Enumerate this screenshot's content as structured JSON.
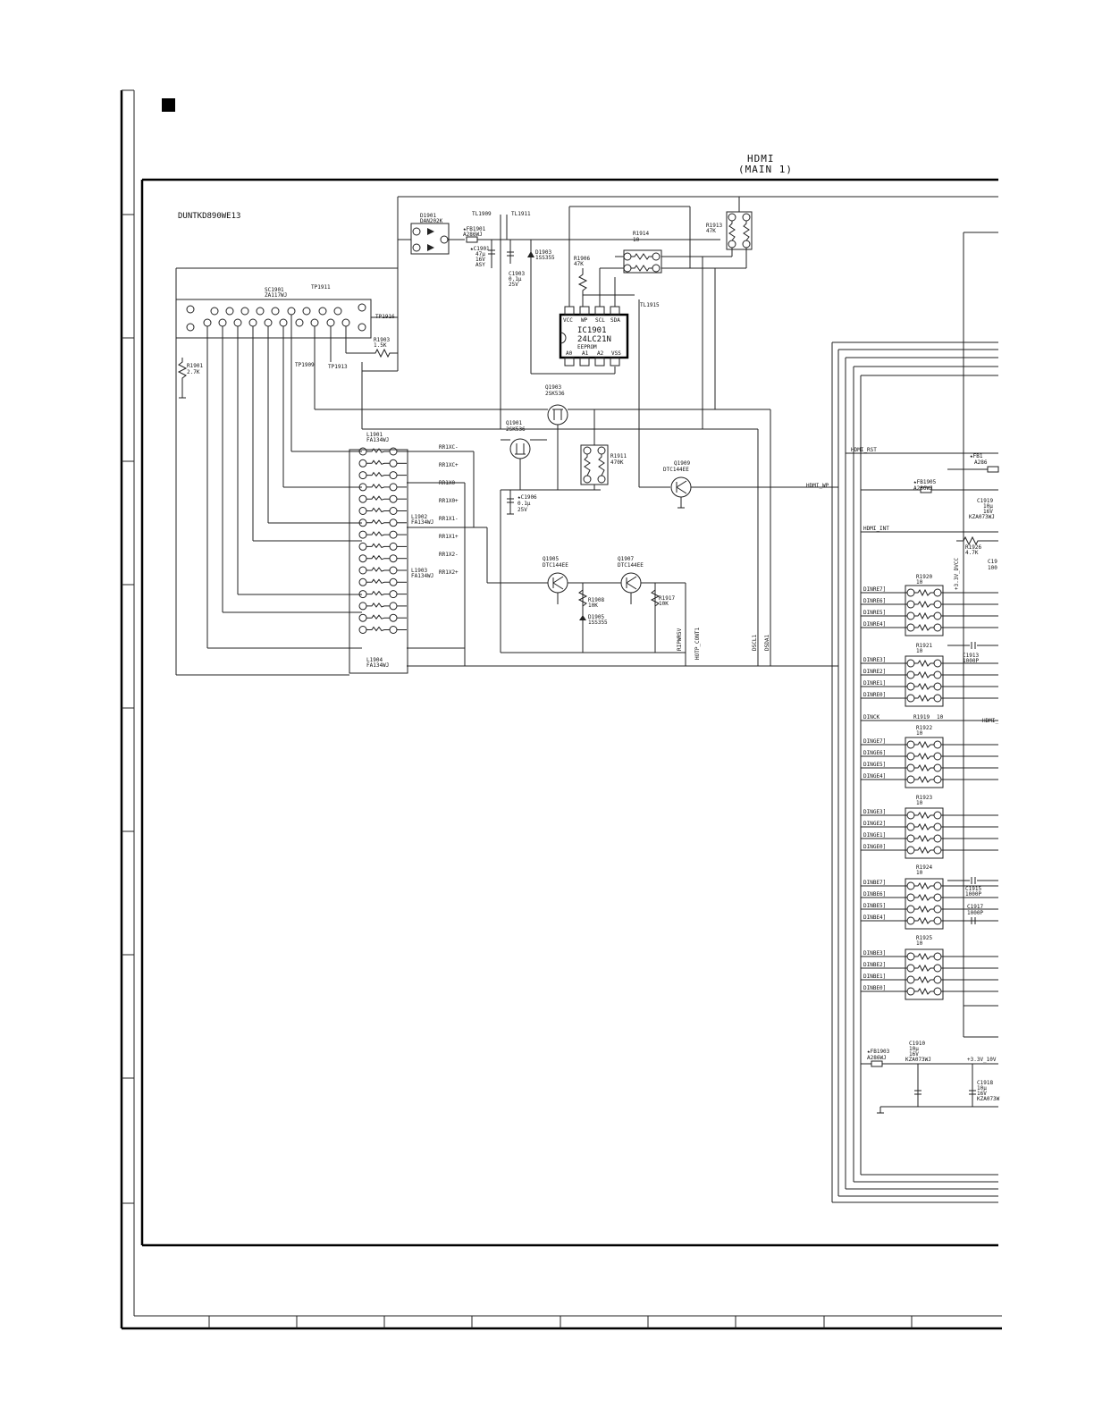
{
  "header": {
    "title_line1": "HDMI",
    "title_line2": "(MAIN 1)"
  },
  "board": {
    "id": "DUNTKD890WE13"
  },
  "components": {
    "sc1901": {
      "ref": "SC1901",
      "part": "ZA117WJ"
    },
    "tp1911": "TP1911",
    "tp1916": "TP1916",
    "tp1909": "TP1909",
    "tp1913": "TP1913",
    "tl1909": "TL1909",
    "tl1911": "TL1911",
    "tl1915": "TL1915",
    "r1901": {
      "ref": "R1901",
      "value": "2.7K"
    },
    "r1903": {
      "ref": "R1903",
      "value": "1.5K"
    },
    "d1901": {
      "ref": "D1901",
      "part": "DAN202K"
    },
    "fb1901": {
      "ref": "★FB1901",
      "part": "A286WJ"
    },
    "c1901": {
      "ref": "★C1901",
      "v1": "47μ",
      "v2": "16V",
      "v3": "ASY"
    },
    "c1903": {
      "ref": "C1903",
      "v1": "0.1μ",
      "v2": "25V"
    },
    "d1903": {
      "ref": "D1903",
      "part": "1SS355"
    },
    "r1906": {
      "ref": "R1906",
      "value": "47K"
    },
    "r1914": {
      "ref": "R1914",
      "value": "10"
    },
    "r1913": {
      "ref": "R1913",
      "value": "47K"
    },
    "ic1901": {
      "ref": "IC1901",
      "part": "24LC21N",
      "desc": "EEPROM",
      "pins_top": [
        "VCC",
        "WP",
        "SCL",
        "SDA"
      ],
      "pins_bottom": [
        "A0",
        "A1",
        "A2",
        "VSS"
      ]
    },
    "q1903": {
      "ref": "Q1903",
      "part": "2SK536"
    },
    "q1901": {
      "ref": "Q1901",
      "part": "2SK536"
    },
    "r1911": {
      "ref": "R1911",
      "value": "470K"
    },
    "q1909": {
      "ref": "Q1909",
      "part": "DTC144EE"
    },
    "c1906": {
      "ref": "★C1906",
      "v1": "0.1μ",
      "v2": "25V"
    },
    "q1905": {
      "ref": "Q1905",
      "part": "DTC144EE"
    },
    "q1907": {
      "ref": "Q1907",
      "part": "DTC144EE"
    },
    "r1908": {
      "ref": "R1908",
      "value": "10K"
    },
    "d1905": {
      "ref": "D1905",
      "part": "1SS355"
    },
    "r1917": {
      "ref": "R1917",
      "value": "10K"
    },
    "l1901": {
      "ref": "L1901",
      "part": "FA134WJ"
    },
    "l1902": {
      "ref": "L1902",
      "part": "FA134WJ"
    },
    "l1903": {
      "ref": "L1903",
      "part": "FA134WJ"
    },
    "l1904": {
      "ref": "L1904",
      "part": "FA134WJ"
    },
    "fb1905": {
      "ref": "★FB1905",
      "part": "A286WJ"
    },
    "fb1903": {
      "ref": "★FB1903",
      "part": "A286WJ"
    },
    "fb19xx": {
      "ref": "★FB1",
      "part": "A286"
    },
    "c1919": {
      "ref": "C1919",
      "v1": "10μ",
      "v2": "16V",
      "v3": "KZA073WJ"
    },
    "r1926": {
      "ref": "R1926",
      "value": "4.7K"
    },
    "c1913": {
      "ref": "C1913",
      "value": "1000P"
    },
    "c1915": {
      "ref": "C1915",
      "value": "1000P"
    },
    "c1917": {
      "ref": "C1917",
      "value": "1000P"
    },
    "c1910": {
      "ref": "C1910",
      "v1": "10μ",
      "v2": "16V",
      "v3": "KZA073WJ"
    },
    "c1918": {
      "ref": "C1918",
      "v1": "10μ",
      "v2": "16V",
      "v3": "KZA073W"
    },
    "r1919": {
      "ref": "R1919",
      "value": "10"
    },
    "r1920": {
      "ref": "R1920",
      "value": "10"
    },
    "r1921": {
      "ref": "R1921",
      "value": "10"
    },
    "r1922": {
      "ref": "R1922",
      "value": "10"
    },
    "r1923": {
      "ref": "R1923",
      "value": "10"
    },
    "r1924": {
      "ref": "R1924",
      "value": "10"
    },
    "r1925": {
      "ref": "R1925",
      "value": "10"
    }
  },
  "nets": {
    "rrx": [
      "RR1XC-",
      "RR1XC+",
      "RR1X0-",
      "RR1X0+",
      "RR1X1-",
      "RR1X1+",
      "RR1X2-",
      "RR1X2+"
    ],
    "hdmi_rst": "HDMI_RST",
    "hdmi_wp": "HDMI_WP",
    "hdmi_int": "HDMI_INT",
    "hdmi_cut": "HDMI_",
    "dinck": "DINCK",
    "plus33": "+3.3V_10V",
    "vert": [
      "RIPWR5V",
      "HOTP_CONT1",
      "DSCL1",
      "DSDA1",
      "+3.3V_DVCC"
    ],
    "din_r": [
      "DINRE7]",
      "DINRE6]",
      "DINRE5]",
      "DINRE4]",
      "DINRE3]",
      "DINRE2]",
      "DINRE1]",
      "DINRE0]"
    ],
    "din_g": [
      "DINGE7]",
      "DINGE6]",
      "DINGE5]",
      "DINGE4]",
      "DINGE3]",
      "DINGE2]",
      "DINGE1]",
      "DINGE0]"
    ],
    "din_b": [
      "DINBE7]",
      "DINBE6]",
      "DINBE5]",
      "DINBE4]",
      "DINBE3]",
      "DINBE2]",
      "DINBE1]",
      "DINBE0]"
    ]
  }
}
